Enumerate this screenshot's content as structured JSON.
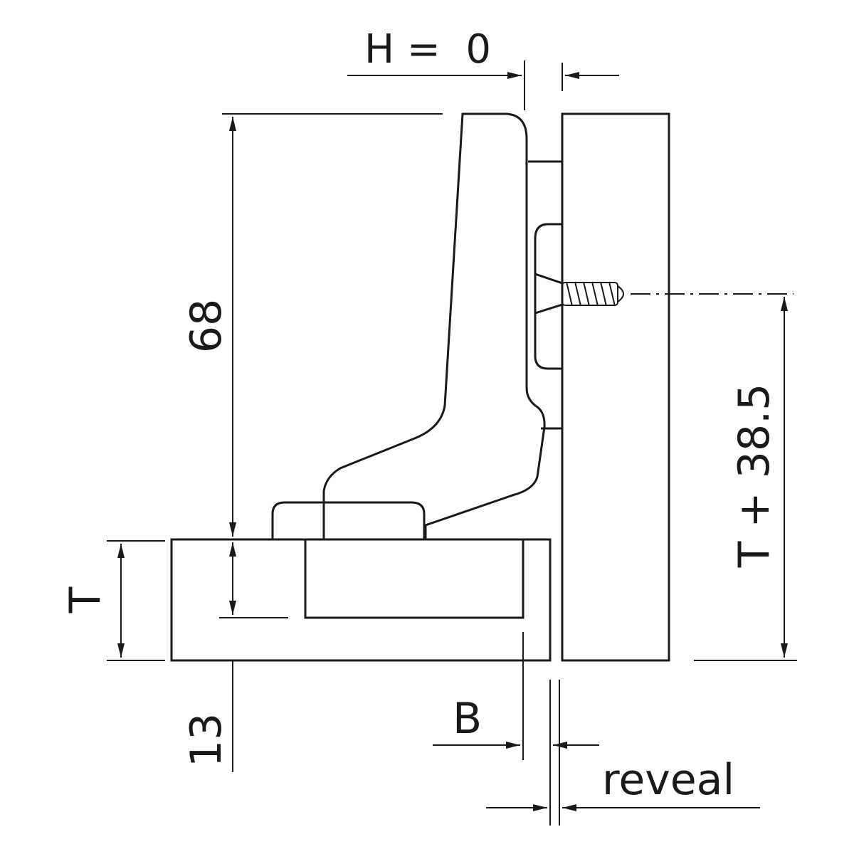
{
  "labels": {
    "h_offset": "H =  0",
    "height": "68",
    "thickness": "T",
    "depth": "13",
    "boring_distance": "B",
    "reveal": "reveal",
    "screw_position": "T + 38.5"
  },
  "colors": {
    "panel_fill": "#d9d9d9",
    "line": "#1a1a1a",
    "background": "#ffffff"
  }
}
